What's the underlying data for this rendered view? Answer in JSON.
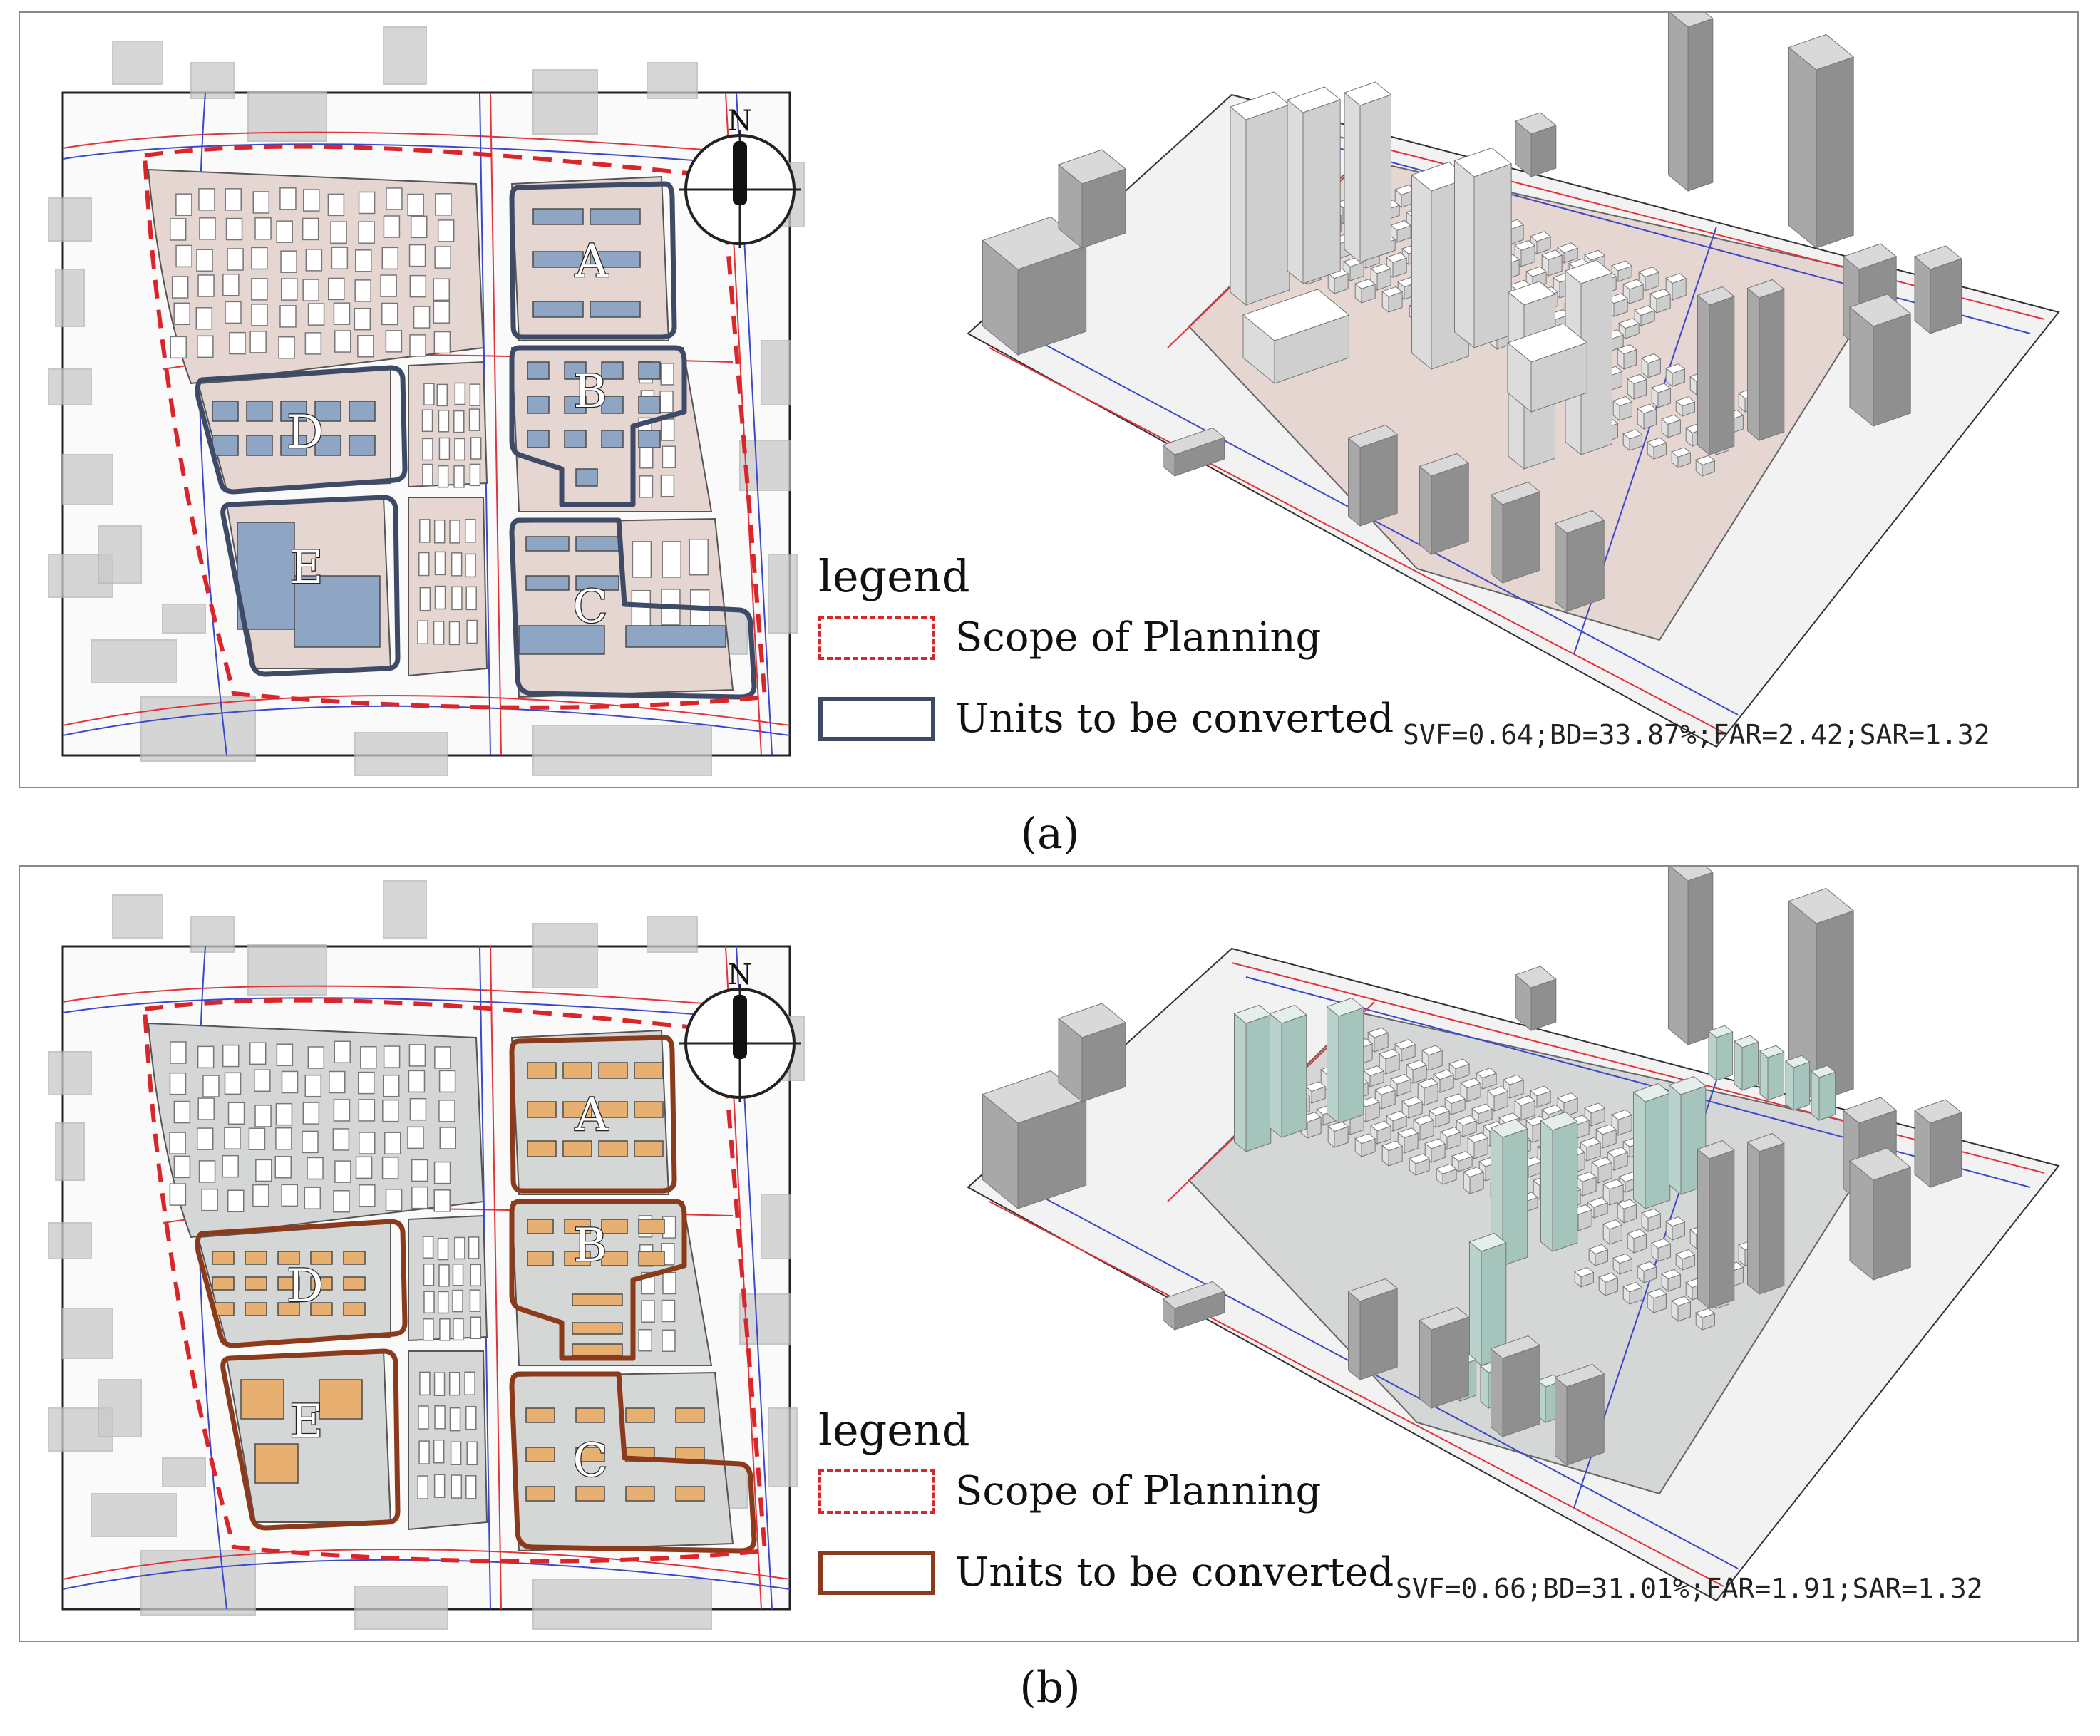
{
  "panels": [
    {
      "id": "a",
      "caption": "(a)",
      "legend": {
        "title": "legend",
        "scope_label": "Scope of Planning",
        "units_label": "Units to be converted",
        "scope_color": "#d9262b",
        "units_color": "#3e4a66"
      },
      "metrics": "SVF=0.64;BD=33.87%;FAR=2.42;SAR=1.32",
      "north_label": "N",
      "unit_labels": [
        "A",
        "B",
        "C",
        "D",
        "E"
      ],
      "unit_building_color": "#8ea6c4",
      "block_fill_color": "#e5d6d1"
    },
    {
      "id": "b",
      "caption": "(b)",
      "legend": {
        "title": "legend",
        "scope_label": "Scope of Planning",
        "units_label": "Units to be converted",
        "scope_color": "#d9262b",
        "units_color": "#8b3a1c"
      },
      "metrics": "SVF=0.66;BD=31.01%;FAR=1.91;SAR=1.32",
      "north_label": "N",
      "unit_labels": [
        "A",
        "B",
        "C",
        "D",
        "E"
      ],
      "unit_building_color": "#e8b070",
      "block_fill_color": "#d4d7d5"
    }
  ]
}
